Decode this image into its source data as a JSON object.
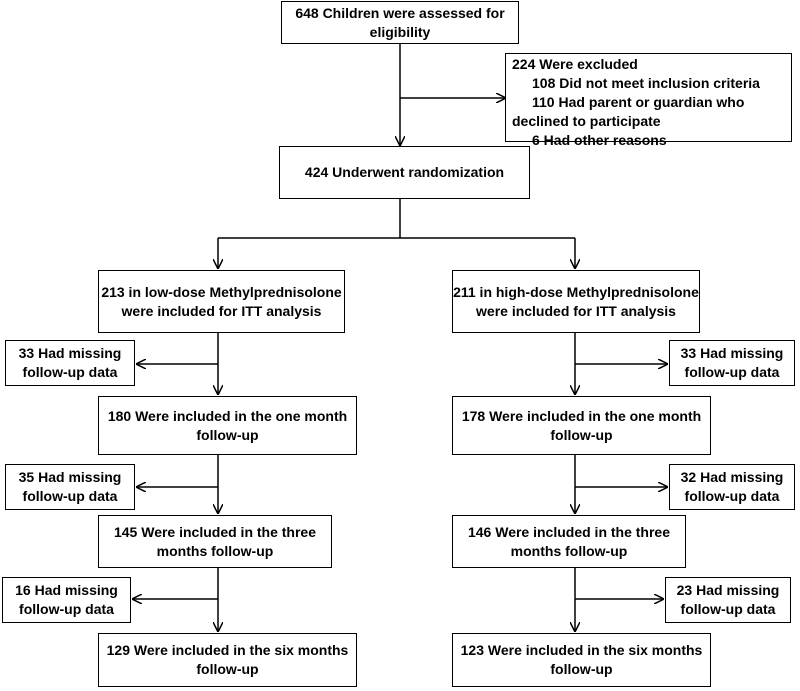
{
  "boxes": {
    "assessed": [
      "648 Children were assessed for",
      "eligibility"
    ],
    "excluded": {
      "title": "224 Were excluded",
      "items": [
        "108 Did not meet inclusion criteria",
        "110 Had parent or guardian who"
      ],
      "continuation": "declined to participate",
      "last": "6 Had other reasons"
    },
    "randomized": [
      "424 Underwent randomization"
    ],
    "left_itt": [
      "213 in low-dose Methylprednisolone",
      "were included for ITT analysis"
    ],
    "right_itt": [
      "211 in high-dose Methylprednisolone",
      "were included for ITT analysis"
    ],
    "left_miss1": [
      "33 Had missing",
      "follow-up data"
    ],
    "right_miss1": [
      "33 Had missing",
      "follow-up data"
    ],
    "left_1m": [
      "180 Were included in the one month",
      "follow-up"
    ],
    "right_1m": [
      "178 Were included in the one month",
      "follow-up"
    ],
    "left_miss2": [
      "35 Had missing",
      "follow-up data"
    ],
    "right_miss2": [
      "32 Had missing",
      "follow-up data"
    ],
    "left_3m": [
      "145 Were included in the three",
      "months follow-up"
    ],
    "right_3m": [
      "146 Were included in the three",
      "months follow-up"
    ],
    "left_miss3": [
      "16 Had missing",
      "follow-up data"
    ],
    "right_miss3": [
      "23 Had missing",
      "follow-up data"
    ],
    "left_6m": [
      "129 Were included in the six months",
      "follow-up"
    ],
    "right_6m": [
      "123 Were included in the six months",
      "follow-up"
    ]
  }
}
